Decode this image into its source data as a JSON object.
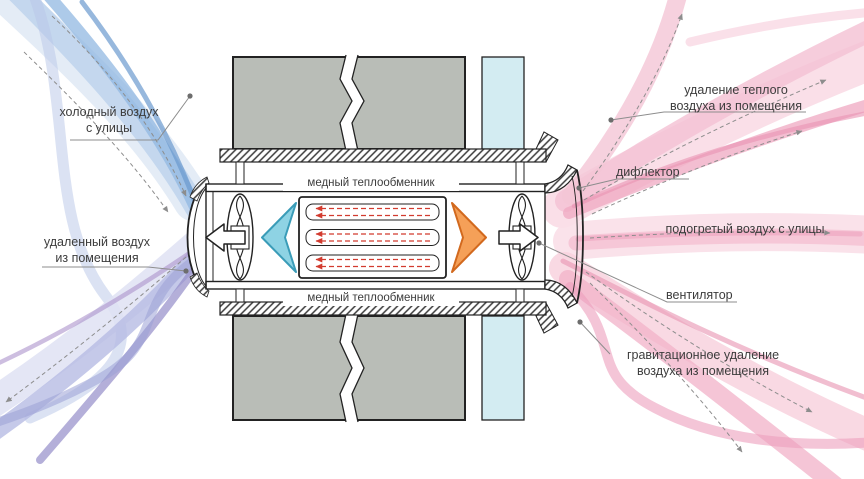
{
  "diagram": {
    "labels": {
      "cold_air": "холодный воздух\nс улицы",
      "removed_air": "удаленный воздух\nиз помещения",
      "heat_exchanger_top": "медный теплообменник",
      "heat_exchanger_bottom": "медный теплообменник",
      "warm_air_removal": "удаление теплого\nвоздуха из помещения",
      "deflector": "дифлектор",
      "heated_air": "подогретый воздух с улицы",
      "fan": "вентилятор",
      "gravity_removal": "гравитационное удаление\nвоздуха из помещения"
    },
    "colors": {
      "cold_flow": "#8fb7e0",
      "exhaust_flow": "#948dc9",
      "warm_flow": "#efa8c2",
      "wall_fill": "#b9bdb7",
      "insulation_fill": "#d3ecf2",
      "cold_valve": "#8ed3e4",
      "warm_valve": "#f5a058",
      "tube_arrow": "#d23b2f",
      "leader": "#8d8d8d",
      "text": "#3c3c3c"
    }
  }
}
